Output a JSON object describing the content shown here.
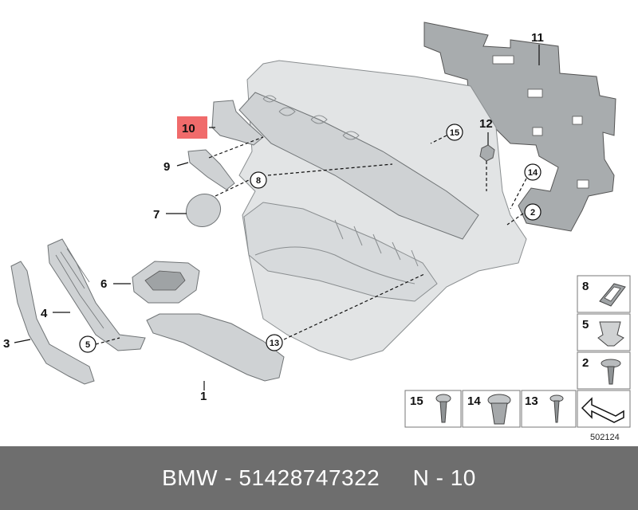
{
  "parts": [
    {
      "id": "1",
      "label": "1"
    },
    {
      "id": "2",
      "label": "2"
    },
    {
      "id": "3",
      "label": "3"
    },
    {
      "id": "4",
      "label": "4"
    },
    {
      "id": "5",
      "label": "5"
    },
    {
      "id": "6",
      "label": "6"
    },
    {
      "id": "7",
      "label": "7"
    },
    {
      "id": "8",
      "label": "8"
    },
    {
      "id": "9",
      "label": "9"
    },
    {
      "id": "10",
      "label": "10"
    },
    {
      "id": "11",
      "label": "11"
    },
    {
      "id": "12",
      "label": "12"
    },
    {
      "id": "13",
      "label": "13"
    },
    {
      "id": "14",
      "label": "14"
    },
    {
      "id": "15",
      "label": "15"
    }
  ],
  "highlight_color": "#f06b6b",
  "footer_text": "BMW - 51428747322     N - 10",
  "diagram_number": "502124"
}
